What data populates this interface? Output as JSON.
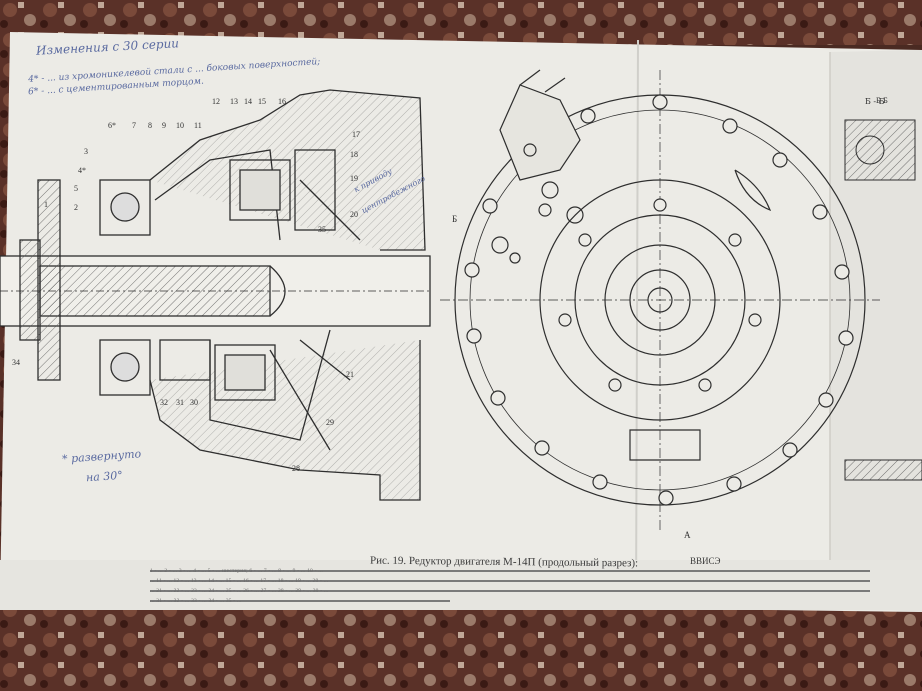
{
  "caption": {
    "title": "Рис. 19. Редуктор двигателя М-14П (продольный разрез):",
    "tag": "ВВИСЭ"
  },
  "handwriting": {
    "title": "Изменения с 30 серии",
    "line1": "4* - ... из хромоникелевой стали с ... боковых поверхностей;",
    "line2": "6* - ... с цементированным торцом.",
    "rotation_note1": "* развернуто",
    "rotation_note2": "на 30°",
    "drive_note1": "к приводу",
    "drive_note2": "центробежного"
  },
  "part_numbers": [
    "1",
    "2",
    "3",
    "4*",
    "5",
    "6*",
    "7",
    "8",
    "9",
    "10",
    "11",
    "12",
    "13",
    "14",
    "15",
    "16",
    "17",
    "18",
    "19",
    "20",
    "21",
    "28",
    "29",
    "30",
    "31",
    "32",
    "34",
    "35"
  ],
  "section_labels": [
    "Б",
    "А",
    "Б-Б"
  ],
  "legend_rows": [
    "1 - ... 2 - ... 3 - ... 4 - ... 5 - ... шестерня; 6 - ... 7 - ... 8 - ... 9 - ... 10 - ...",
    "... 11 - ... 12 - ... 13 - ... 14 - ... 15 - ... 16 - ... 17 - ... 18 - ... 19 - ... 20 - ...",
    "... 21 - ... 22 - ... 23 - ... 24 - ... 25 - ... 26 - ... 27 - ... 28 - ... 29 - ... 30 - ...",
    "... 31 - ... 32 - ... 33 - ... 34 - ... 35 - ..."
  ],
  "colors": {
    "paper": "#ecebe6",
    "ink": "#2e2e2e",
    "handwriting": "#5a6aa0",
    "carpet_dark": "#4a2a22",
    "carpet_light": "#b8a090"
  }
}
